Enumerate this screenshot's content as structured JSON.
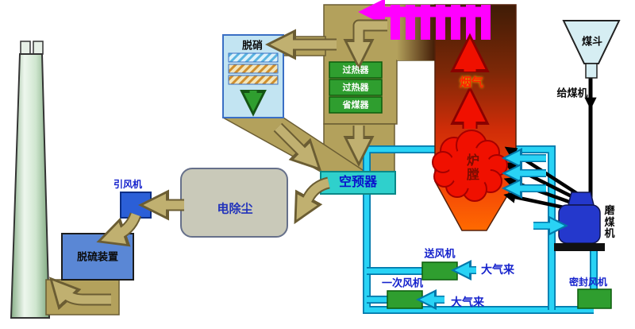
{
  "diagram": {
    "labels": {
      "denitration": "脱硝",
      "superheater_1": "过热器",
      "superheater_2": "过热器",
      "economizer": "省煤器",
      "flue_gas": "烟气",
      "furnace": "炉膛",
      "air_preheater": "空预器",
      "esp": "电除尘",
      "induced_draft_fan": "引风机",
      "desulfurization": "脱硫装置",
      "coal_hopper": "煤斗",
      "coal_feeder": "给煤机",
      "coal_mill": "磨煤机",
      "forced_draft_fan": "送风机",
      "primary_air_fan": "一次风机",
      "seal_fan": "密封风机",
      "air_in_1": "大气来",
      "air_in_2": "大气来"
    },
    "colors": {
      "flue_duct_tan": "#b3a15c",
      "arrow_tan": "#c0b070",
      "furnace_dark": "#431c06",
      "furnace_bright": "#ff6a00",
      "tube_bank_magenta": "#ff00ff",
      "air_cyan": "#29d3f5",
      "equipment_green": "#2f9e2f",
      "fan_blue": "#2b5fd7",
      "desulfurization_blue": "#5a87d5",
      "air_preheater_cyan": "#2fd0cc",
      "esp_gray": "#c9c9b9",
      "flame_red": "#f01000",
      "label_blue": "#1522cc"
    }
  }
}
